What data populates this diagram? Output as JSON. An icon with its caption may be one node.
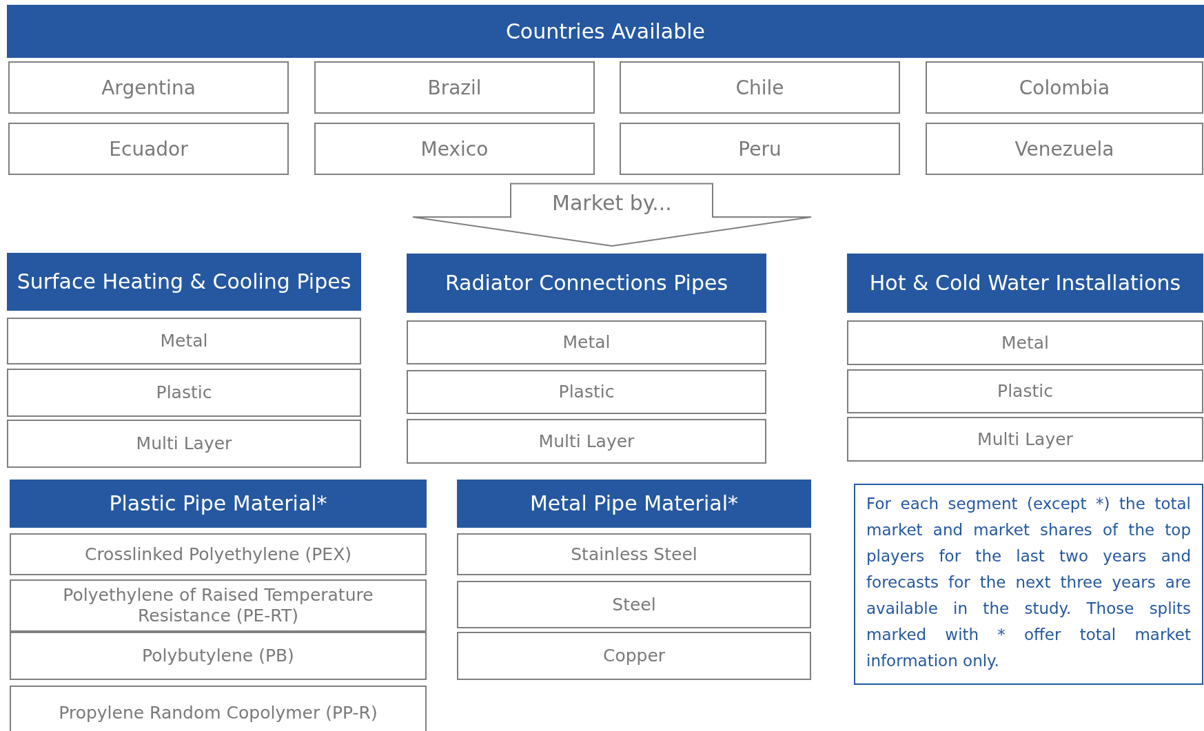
{
  "diagram": {
    "nodes": [
      {
        "text": [
          "Countries Available"
        ]
      },
      {
        "text": [
          "Argentina"
        ]
      },
      {
        "text": [
          "Brazil"
        ]
      },
      {
        "text": [
          "Chile"
        ]
      },
      {
        "text": [
          "Colombia"
        ]
      },
      {
        "text": [
          "Ecuador"
        ]
      },
      {
        "text": [
          "Mexico"
        ]
      },
      {
        "text": [
          "Peru"
        ]
      },
      {
        "text": [
          "Venezuela"
        ]
      },
      {
        "text": [
          "Market by..."
        ]
      },
      {
        "text": [
          "Surface Heating & Cooling Pipes"
        ]
      },
      {
        "text": [
          "Metal"
        ]
      },
      {
        "text": [
          "Plastic"
        ]
      },
      {
        "text": [
          "Multi Layer"
        ]
      },
      {
        "text": [
          "Radiator Connections Pipes"
        ]
      },
      {
        "text": [
          "Metal"
        ]
      },
      {
        "text": [
          "Plastic"
        ]
      },
      {
        "text": [
          "Multi Layer"
        ]
      },
      {
        "text": [
          "Hot & Cold Water Installations"
        ]
      },
      {
        "text": [
          "Metal"
        ]
      },
      {
        "text": [
          "Plastic"
        ]
      },
      {
        "text": [
          "Multi Layer"
        ]
      },
      {
        "text": [
          "Plastic Pipe Material*"
        ]
      },
      {
        "text": [
          "Crosslinked Polyethylene (PEX)"
        ]
      },
      {
        "text": [
          "Polyethylene of Raised Temperature Resistance (PE-RT)"
        ]
      },
      {
        "text": [
          "Polybutylene (PB)"
        ]
      },
      {
        "text": [
          "Propylene Random Copolymer (PP-R)"
        ]
      },
      {
        "text": [
          "Metal Pipe Material*"
        ]
      },
      {
        "text": [
          "Stainless Steel"
        ]
      },
      {
        "text": [
          "Steel"
        ]
      },
      {
        "text": [
          "Copper"
        ]
      },
      {
        "text": [
          "For each segment (except *) the total market and market shares of the top players for the last two years and forecasts for the next three years are available in the study. Those splits marked with * offer total market information only."
        ]
      }
    ]
  }
}
